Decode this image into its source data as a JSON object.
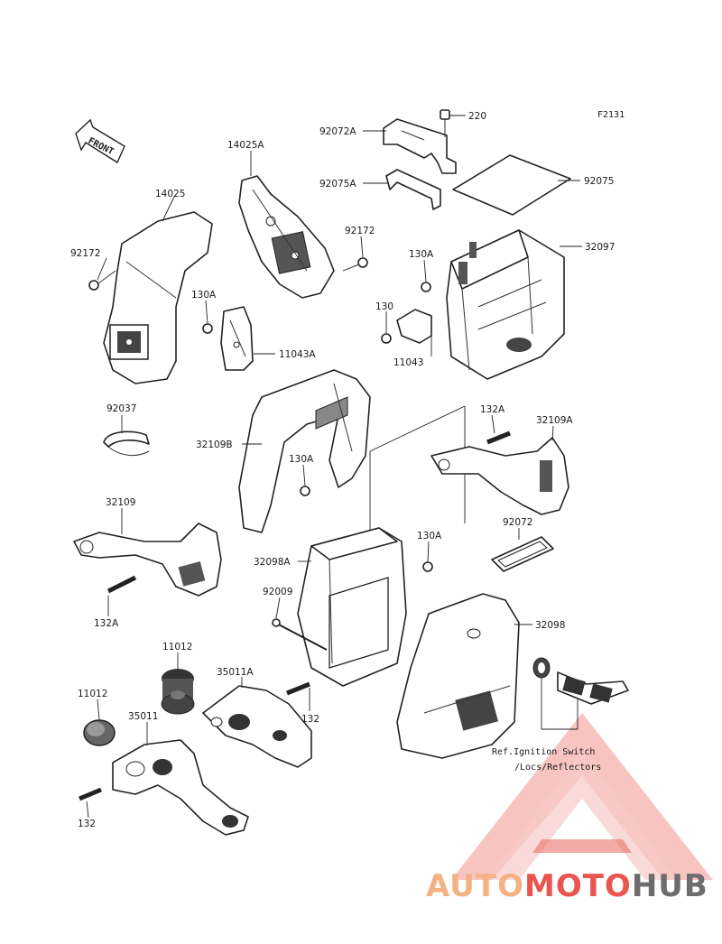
{
  "figure_code": "F2131",
  "front_label": "FRONT",
  "reference_note": {
    "line1": "Ref.Ignition Switch",
    "line2": "/Locs/Reflectors"
  },
  "part_labels": {
    "p220": "220",
    "p92072A": "92072A",
    "p92075A": "92075A",
    "p92075": "92075",
    "p14025A": "14025A",
    "p92172_top": "92172",
    "p14025": "14025",
    "p92172_left": "92172",
    "p130A_left": "130A",
    "p11043A": "11043A",
    "p130A_right": "130A",
    "p32097": "32097",
    "p130": "130",
    "p11043": "11043",
    "p92037": "92037",
    "p32109B": "32109B",
    "p130A_mid": "130A",
    "p132A_right": "132A",
    "p32109A": "32109A",
    "p92072": "92072",
    "p32109": "32109",
    "p32098A": "32098A",
    "p130A_lower": "130A",
    "p92009": "92009",
    "p32098": "32098",
    "p132A_left": "132A",
    "p11012_top": "11012",
    "p35011A": "35011A",
    "p11012_left": "11012",
    "p132_right": "132",
    "p35011": "35011",
    "p132_left": "132"
  },
  "watermark": {
    "part1": "AUTO",
    "part2": "MOTO",
    "part3": "HUB"
  },
  "colors": {
    "watermark_orange": "#f4b183",
    "watermark_red": "#e8564f",
    "watermark_gray": "#6d6d6d"
  }
}
